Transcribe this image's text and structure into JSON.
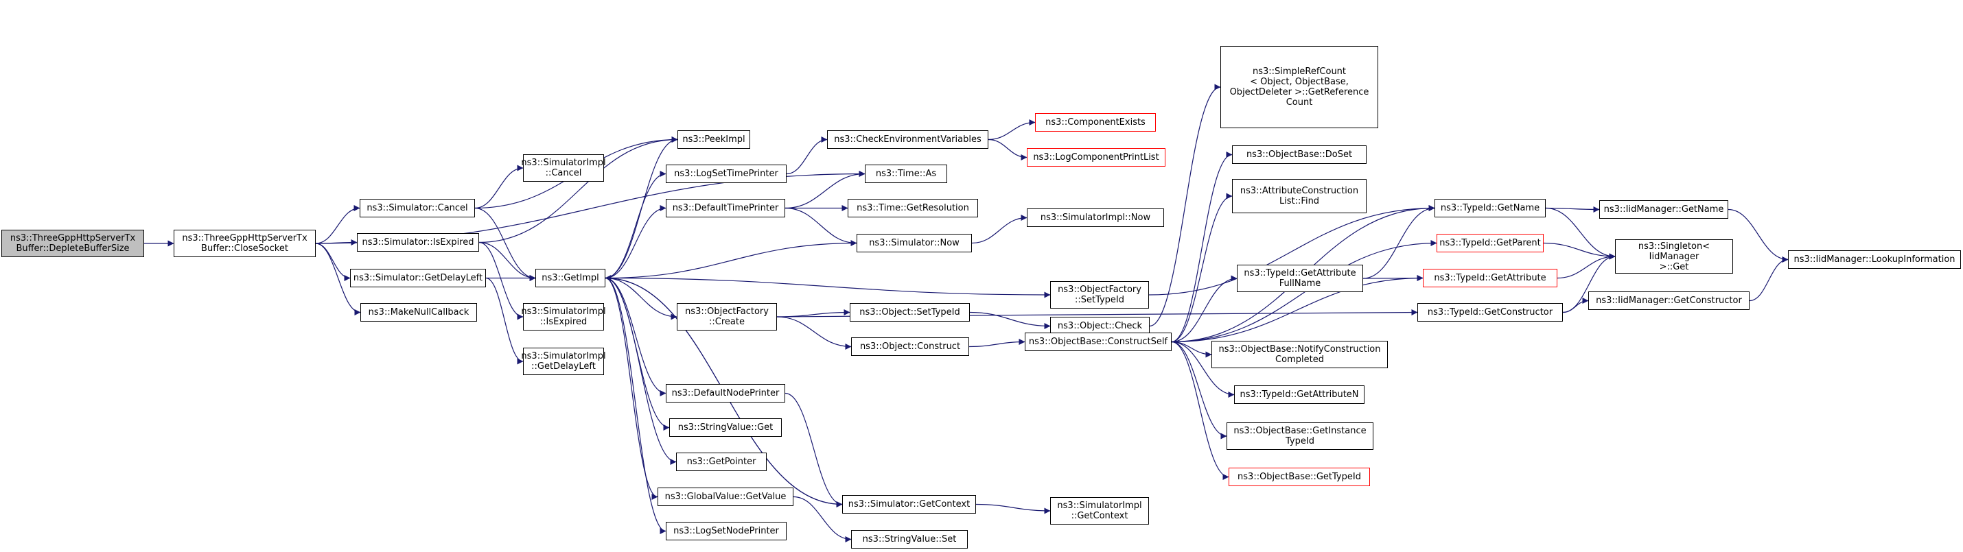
{
  "graph": {
    "edge_color": "#191970",
    "nodes": [
      {
        "id": "n0",
        "label": "ns3::ThreeGppHttpServerTx\nBuffer::DepleteBufferSize",
        "style": "root"
      },
      {
        "id": "n1",
        "label": "ns3::ThreeGppHttpServerTx\nBuffer::CloseSocket"
      },
      {
        "id": "n2",
        "label": "ns3::Simulator::Cancel"
      },
      {
        "id": "n3",
        "label": "ns3::Simulator::IsExpired"
      },
      {
        "id": "n4",
        "label": "ns3::Simulator::GetDelayLeft"
      },
      {
        "id": "n5",
        "label": "ns3::MakeNullCallback"
      },
      {
        "id": "n6",
        "label": "ns3::SimulatorImpl\n::Cancel"
      },
      {
        "id": "n7",
        "label": "ns3::GetImpl"
      },
      {
        "id": "n8",
        "label": "ns3::SimulatorImpl\n::IsExpired"
      },
      {
        "id": "n9",
        "label": "ns3::SimulatorImpl\n::GetDelayLeft"
      },
      {
        "id": "n10",
        "label": "ns3::PeekImpl"
      },
      {
        "id": "n11",
        "label": "ns3::LogSetTimePrinter"
      },
      {
        "id": "n12",
        "label": "ns3::DefaultTimePrinter"
      },
      {
        "id": "n13",
        "label": "ns3::ObjectFactory\n::Create"
      },
      {
        "id": "n14",
        "label": "ns3::DefaultNodePrinter"
      },
      {
        "id": "n15",
        "label": "ns3::StringValue::Get"
      },
      {
        "id": "n16",
        "label": "ns3::GetPointer"
      },
      {
        "id": "n17",
        "label": "ns3::GlobalValue::GetValue"
      },
      {
        "id": "n18",
        "label": "ns3::LogSetNodePrinter"
      },
      {
        "id": "n19",
        "label": "ns3::CheckEnvironmentVariables"
      },
      {
        "id": "n20",
        "label": "ns3::Time::As"
      },
      {
        "id": "n21",
        "label": "ns3::Time::GetResolution"
      },
      {
        "id": "n22",
        "label": "ns3::Simulator::Now"
      },
      {
        "id": "n23",
        "label": "ns3::Object::SetTypeId"
      },
      {
        "id": "n24",
        "label": "ns3::Object::Construct"
      },
      {
        "id": "n25",
        "label": "ns3::Simulator::GetContext"
      },
      {
        "id": "n26",
        "label": "ns3::StringValue::Set"
      },
      {
        "id": "n27",
        "label": "ns3::ComponentExists",
        "style": "red"
      },
      {
        "id": "n28",
        "label": "ns3::LogComponentPrintList",
        "style": "red"
      },
      {
        "id": "n29",
        "label": "ns3::SimulatorImpl::Now"
      },
      {
        "id": "n30",
        "label": "ns3::ObjectFactory\n::SetTypeId"
      },
      {
        "id": "n31",
        "label": "ns3::Object::Check"
      },
      {
        "id": "n32",
        "label": "ns3::ObjectBase::ConstructSelf"
      },
      {
        "id": "n33",
        "label": "ns3::SimulatorImpl\n::GetContext"
      },
      {
        "id": "n34",
        "label": "ns3::SimpleRefCount\n< Object, ObjectBase,\n ObjectDeleter >::GetReference\nCount"
      },
      {
        "id": "n35",
        "label": "ns3::ObjectBase::DoSet"
      },
      {
        "id": "n36",
        "label": "ns3::AttributeConstruction\nList::Find"
      },
      {
        "id": "n37",
        "label": "ns3::TypeId::GetAttribute\nFullName"
      },
      {
        "id": "n38",
        "label": "ns3::ObjectBase::NotifyConstruction\nCompleted"
      },
      {
        "id": "n39",
        "label": "ns3::TypeId::GetAttributeN"
      },
      {
        "id": "n40",
        "label": "ns3::ObjectBase::GetInstance\nTypeId"
      },
      {
        "id": "n41",
        "label": "ns3::ObjectBase::GetTypeId",
        "style": "red"
      },
      {
        "id": "n42",
        "label": "ns3::TypeId::GetName"
      },
      {
        "id": "n43",
        "label": "ns3::TypeId::GetParent",
        "style": "red"
      },
      {
        "id": "n44",
        "label": "ns3::TypeId::GetAttribute",
        "style": "red"
      },
      {
        "id": "n45",
        "label": "ns3::TypeId::GetConstructor"
      },
      {
        "id": "n46",
        "label": "ns3::IidManager::GetName"
      },
      {
        "id": "n47",
        "label": "ns3::Singleton< IidManager\n >::Get"
      },
      {
        "id": "n48",
        "label": "ns3::IidManager::GetConstructor"
      },
      {
        "id": "n49",
        "label": "ns3::IidManager::LookupInformation"
      }
    ],
    "edges": [
      [
        "n0",
        "n1"
      ],
      [
        "n1",
        "n2"
      ],
      [
        "n1",
        "n3"
      ],
      [
        "n1",
        "n4"
      ],
      [
        "n1",
        "n5"
      ],
      [
        "n1",
        "n20"
      ],
      [
        "n2",
        "n6"
      ],
      [
        "n2",
        "n7"
      ],
      [
        "n2",
        "n10"
      ],
      [
        "n3",
        "n8"
      ],
      [
        "n3",
        "n7"
      ],
      [
        "n3",
        "n10"
      ],
      [
        "n4",
        "n9"
      ],
      [
        "n4",
        "n7"
      ],
      [
        "n7",
        "n10"
      ],
      [
        "n7",
        "n11"
      ],
      [
        "n7",
        "n12"
      ],
      [
        "n7",
        "n13"
      ],
      [
        "n7",
        "n14"
      ],
      [
        "n7",
        "n15"
      ],
      [
        "n7",
        "n16"
      ],
      [
        "n7",
        "n17"
      ],
      [
        "n7",
        "n18"
      ],
      [
        "n7",
        "n25"
      ],
      [
        "n7",
        "n30"
      ],
      [
        "n11",
        "n19"
      ],
      [
        "n12",
        "n20"
      ],
      [
        "n12",
        "n21"
      ],
      [
        "n12",
        "n22"
      ],
      [
        "n19",
        "n27"
      ],
      [
        "n19",
        "n28"
      ],
      [
        "n22",
        "n29"
      ],
      [
        "n22",
        "n7"
      ],
      [
        "n13",
        "n23"
      ],
      [
        "n13",
        "n24"
      ],
      [
        "n13",
        "n45"
      ],
      [
        "n14",
        "n25"
      ],
      [
        "n17",
        "n26"
      ],
      [
        "n25",
        "n33"
      ],
      [
        "n25",
        "n7"
      ],
      [
        "n23",
        "n31"
      ],
      [
        "n24",
        "n32"
      ],
      [
        "n30",
        "n42"
      ],
      [
        "n31",
        "n34"
      ],
      [
        "n32",
        "n35"
      ],
      [
        "n32",
        "n36"
      ],
      [
        "n32",
        "n37"
      ],
      [
        "n32",
        "n38"
      ],
      [
        "n32",
        "n39"
      ],
      [
        "n32",
        "n40"
      ],
      [
        "n32",
        "n41"
      ],
      [
        "n32",
        "n42"
      ],
      [
        "n32",
        "n43"
      ],
      [
        "n32",
        "n44"
      ],
      [
        "n37",
        "n42"
      ],
      [
        "n37",
        "n44"
      ],
      [
        "n42",
        "n46"
      ],
      [
        "n42",
        "n47"
      ],
      [
        "n43",
        "n47"
      ],
      [
        "n44",
        "n47"
      ],
      [
        "n45",
        "n47"
      ],
      [
        "n45",
        "n48"
      ],
      [
        "n46",
        "n49"
      ],
      [
        "n48",
        "n49"
      ]
    ]
  }
}
